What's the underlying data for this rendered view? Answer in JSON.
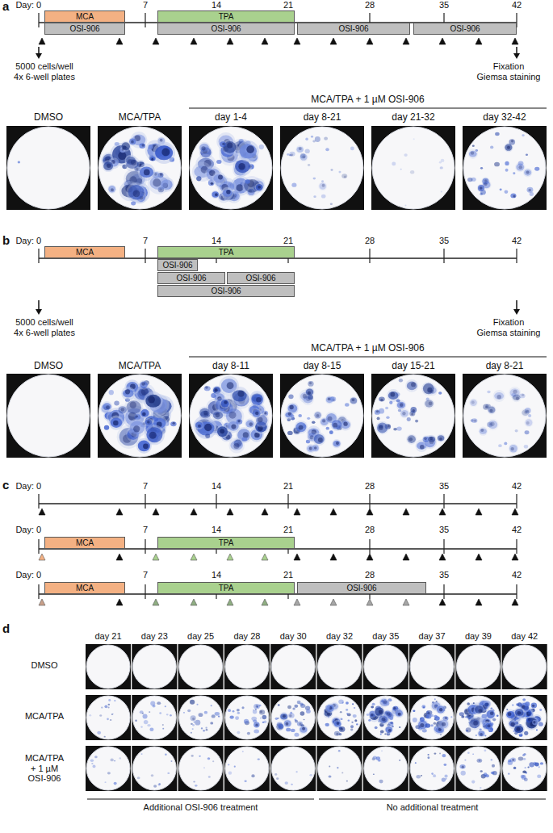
{
  "diagram": {
    "nodes": [
      {
        "text": [
          "MCA"
        ]
      },
      {
        "text": [
          "OSI-906"
        ]
      },
      {
        "text": [
          "TPA"
        ]
      },
      {
        "text": [
          "OSI-906"
        ]
      },
      {
        "text": [
          "OSI-906"
        ]
      },
      {
        "text": [
          "OSI-906"
        ]
      },
      {
        "text": [
          "MCA"
        ]
      },
      {
        "text": [
          "TPA"
        ]
      },
      {
        "text": [
          "OSI-906"
        ]
      },
      {
        "text": [
          "OSI-906"
        ]
      },
      {
        "text": [
          "OSI-906"
        ]
      },
      {
        "text": [
          "OSI-906"
        ]
      },
      {
        "text": [
          "MCA"
        ]
      },
      {
        "text": [
          "TPA"
        ]
      },
      {
        "text": [
          "MCA"
        ]
      },
      {
        "text": [
          "TPA"
        ]
      },
      {
        "text": [
          "OSI-906"
        ]
      }
    ],
    "labels": [
      "a",
      "Day:",
      "0",
      "7",
      "14",
      "21",
      "28",
      "35",
      "42",
      "5000 cells/well",
      "4x 6-well plates",
      "Fixation",
      "Giemsa staining",
      "MCA/TPA + 1 µM OSI-906",
      "DMSO",
      "MCA/TPA",
      "day 1-4",
      "day 8-21",
      "day 21-32",
      "day 32-42",
      "b",
      "Day:",
      "0",
      "7",
      "14",
      "21",
      "28",
      "35",
      "42",
      "5000 cells/well",
      "4x 6-well plates",
      "Fixation",
      "Giemsa staining",
      "MCA/TPA + 1 µM OSI-906",
      "DMSO",
      "MCA/TPA",
      "day 8-11",
      "day 8-15",
      "day 15-21",
      "day 8-21",
      "c",
      "Day:",
      "0",
      "7",
      "14",
      "21",
      "28",
      "35",
      "42",
      "Day:",
      "0",
      "7",
      "14",
      "21",
      "28",
      "35",
      "42",
      "Day:",
      "0",
      "7",
      "14",
      "21",
      "28",
      "35",
      "42",
      "d",
      "day 21",
      "day 23",
      "day 25",
      "day 28",
      "day 30",
      "day 32",
      "day 35",
      "day 37",
      "day 39",
      "day 42",
      "DMSO",
      "MCA/TPA",
      "MCA/TPA + 1 µM OSI-906",
      "Additional OSI-906 treatment",
      "No additional treatment"
    ]
  }
}
